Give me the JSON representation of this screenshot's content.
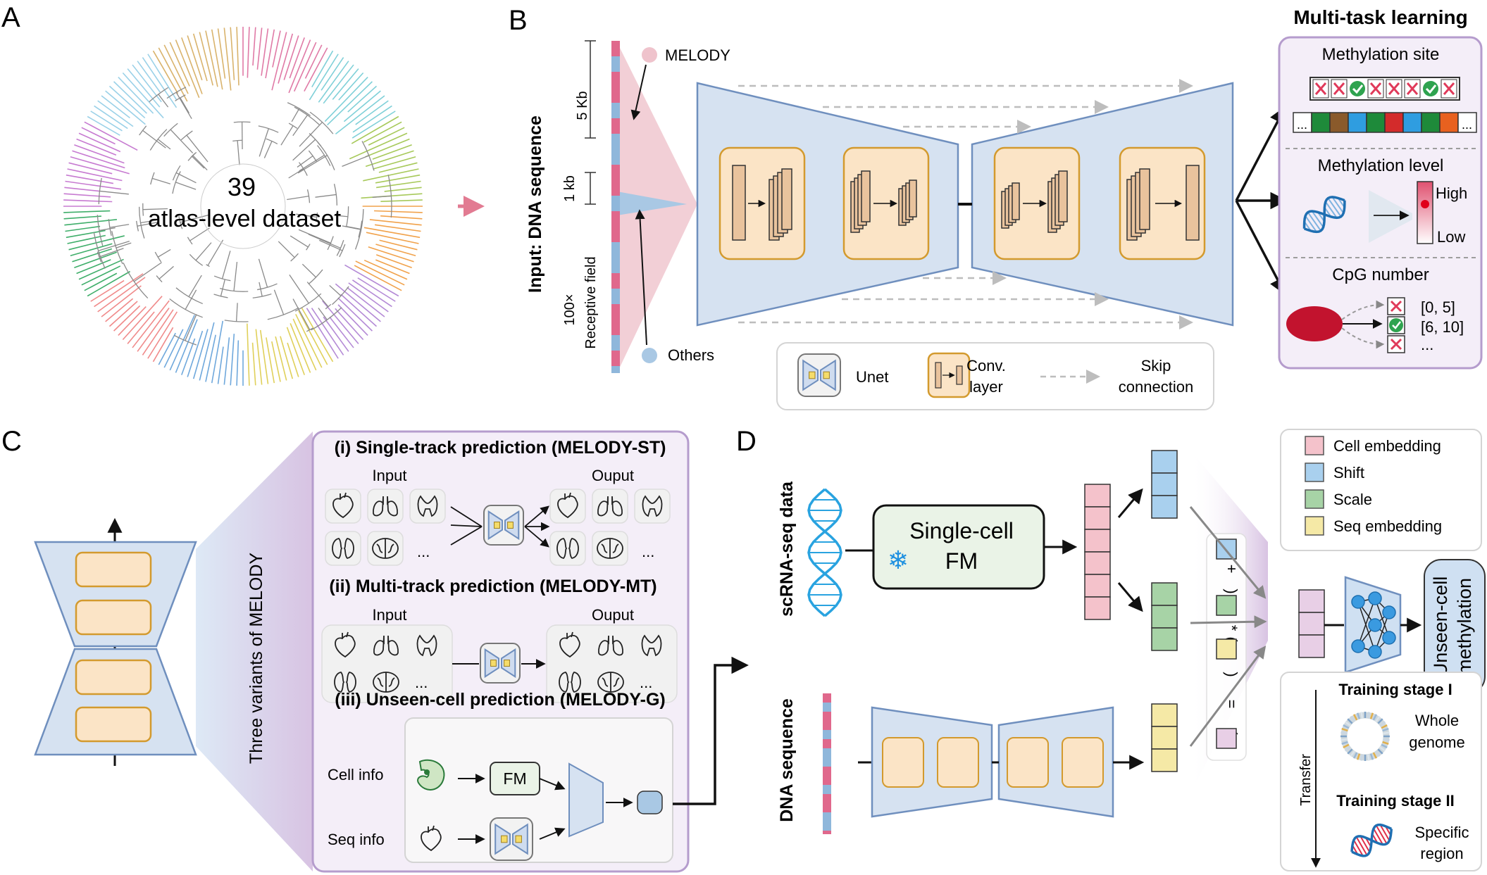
{
  "panels": {
    "a": "A",
    "b": "B",
    "c": "C",
    "d": "D"
  },
  "panel_a": {
    "count": "39",
    "caption": "atlas-level dataset"
  },
  "panel_b": {
    "input_label": "Input: DNA sequence",
    "scale_5kb": "5 Kb",
    "scale_1kb": "1 kb",
    "receptive_field": [
      "100×",
      "Receptive field"
    ],
    "melody_label": "MELODY",
    "others_label": "Others",
    "legend": {
      "unet": "Unet",
      "conv": [
        "Conv.",
        "layer"
      ],
      "skip": [
        "Skip",
        "connection"
      ]
    },
    "colors": {
      "pink": "#e0688c",
      "lightpink": "#efc3cc",
      "blue": "#8fb7db",
      "unet_fill": "#d6e2f1",
      "unet_stroke": "#6f8fbe",
      "conv_fill": "#fbe4c6",
      "conv_stroke": "#d39a2e",
      "layer_fill": "#e9c39d",
      "purple_stroke": "#b59ccd",
      "purple_fill": "#f4eef8"
    }
  },
  "multitask": {
    "title": "Multi-task learning",
    "site_title": "Methylation site",
    "level_title": "Methylation level",
    "high": "High",
    "low": "Low",
    "cpg_title": "CpG number",
    "bins": [
      "[0, 5]",
      "[6, 10]",
      "..."
    ],
    "ellipsis": "...",
    "site_marks": [
      "x",
      "x",
      "check",
      "x",
      "x",
      "x",
      "check",
      "x"
    ],
    "site_colors": [
      "#ffffff",
      "#1e8a3a",
      "#8a5a2b",
      "#2f9de0",
      "#1e8a3a",
      "#d32b2b",
      "#2f9de0",
      "#1e8a3a",
      "#e8611f",
      "#ffffff"
    ]
  },
  "panel_c": {
    "variants_label": "Three variants of MELODY",
    "st_title": "(i) Single-track prediction (MELODY-ST)",
    "mt_title": "(ii) Multi-track prediction (MELODY-MT)",
    "g_title": "(iii) Unseen-cell prediction (MELODY-G)",
    "input": "Input",
    "output": "Ouput",
    "ellipsis": "...",
    "cell_info": "Cell info",
    "seq_info": "Seq info",
    "fm": "FM"
  },
  "panel_d": {
    "scrna_label": "scRNA-seq data",
    "dna_label": "DNA sequence",
    "fm_title": [
      "Single-cell",
      "FM"
    ],
    "snowflake": "❄",
    "formula": [
      "(",
      "+",
      ")",
      "*",
      "(",
      ")",
      "="
    ],
    "output": [
      "Unseen-cell",
      "methylation"
    ],
    "legend": [
      {
        "label": "Cell embedding",
        "color": "#f4c2cb"
      },
      {
        "label": "Shift",
        "color": "#a9d0ee"
      },
      {
        "label": "Scale",
        "color": "#a7d3a6"
      },
      {
        "label": "Seq embedding",
        "color": "#f5e9a6"
      }
    ],
    "stage1": "Training stage I",
    "whole_genome": [
      "Whole",
      "genome"
    ],
    "stage2": "Training stage II",
    "specific_region": [
      "Specific",
      "region"
    ],
    "transfer": "Transfer"
  }
}
